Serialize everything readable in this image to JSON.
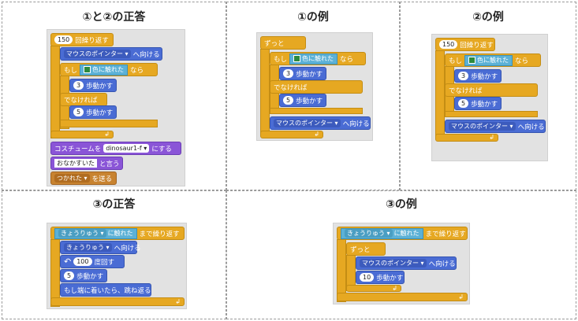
{
  "cells": {
    "c1": {
      "title": "①と②の正答"
    },
    "c2": {
      "title": "①の例"
    },
    "c3": {
      "title": "②の例"
    },
    "c4": {
      "title": "③の正答"
    },
    "c5": {
      "title": "③の例"
    }
  },
  "b": {
    "repeat_n": "150",
    "repeat_label": "回繰り返す",
    "forever": "ずっと",
    "if": "もし",
    "touch_color": "色に触れた",
    "then": "なら",
    "else": "でなければ",
    "move": "歩動かす",
    "three": "3",
    "five": "5",
    "ten": "10",
    "point_dd": "マウスのポインター",
    "point_to": "へ向ける",
    "costume_pre": "コスチュームを",
    "costume_dd": "dinosaur1-f",
    "costume_post": "にする",
    "say_text": "おなかすいた",
    "say_post": "と言う",
    "send_dd": "つかれた",
    "send_post": "を送る",
    "dino_dd": "きょうりゅう",
    "touched": "に触れた",
    "until": "まで繰り返す",
    "turn_n": "100",
    "turn_post": "度回す",
    "bounce": "もし端に着いたら、跳ね返る",
    "end_arrow": "↲",
    "turn_icon": "↶",
    "caret": "▾"
  },
  "colors": {
    "control": "#e6a822",
    "motion": "#4a6cd4",
    "sensing": "#5cb1d6",
    "looks": "#8a55d7",
    "events": "#c88330",
    "swatch": "#2c8a3e"
  }
}
